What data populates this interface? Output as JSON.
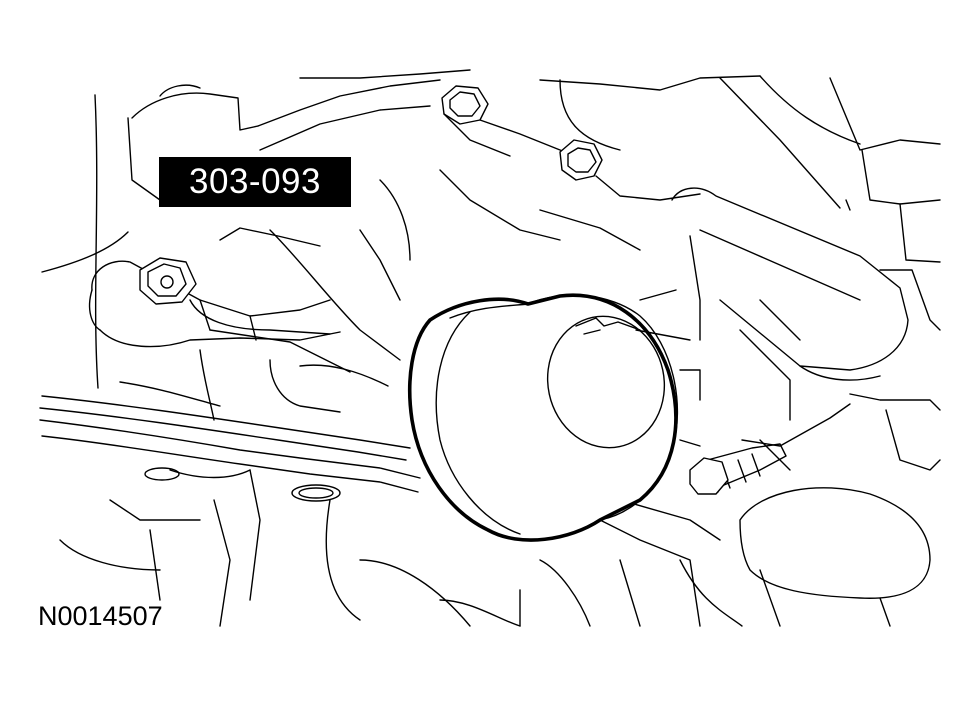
{
  "callout": {
    "tool_number": "303-093",
    "background": "#000000",
    "text_color": "#ffffff"
  },
  "figure": {
    "id": "N0014507"
  },
  "illustration": {
    "style": "black line art on white",
    "highlight_part": "seal installer tool",
    "icons": [
      "bolt-icon",
      "tool-cylinder-icon"
    ]
  }
}
